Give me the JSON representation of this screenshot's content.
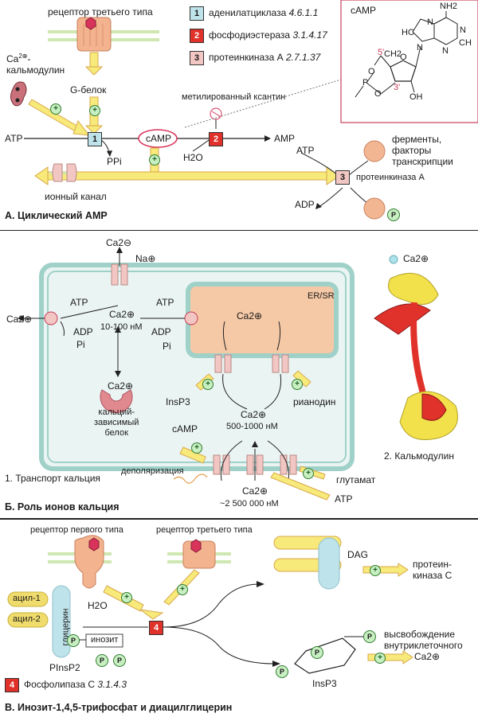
{
  "section_a": {
    "receptor3": "рецептор третьего типа",
    "ca_cam": "Ca2⊕-\nкальмодулин",
    "ca_cam_1": "Ca",
    "ca_cam_sup": "2⊕",
    "ca_cam_2": "-",
    "ca_cam_3": "кальмодулин",
    "g_protein": "G-белок",
    "atp": "ATP",
    "ppi": "PPi",
    "camp": "cAMP",
    "h2o": "H2O",
    "amp": "AMP",
    "methylxanthine": "метилированный ксантин",
    "ion_channel": "ионный канал",
    "atp2": "ATP",
    "adp": "ADP",
    "enzymes": "ферменты,",
    "factors": "факторы",
    "transcription": "транскрипции",
    "pk_a": "протеинкиназа А",
    "p": "P",
    "legend": [
      {
        "num": "1",
        "name": "аденилатциклаза",
        "ec": "4.6.1.1"
      },
      {
        "num": "2",
        "name": "фосфодиэстераза",
        "ec": "3.1.4.17"
      },
      {
        "num": "3",
        "name": "протеинкиназа А",
        "ec": "2.7.1.37"
      }
    ],
    "struct_title": "cAMP",
    "struct_labels": [
      "NH2",
      "N",
      "N",
      "HC",
      "N",
      "N",
      "CH",
      "5'",
      "CH2",
      "O",
      "O",
      "P",
      "O",
      "3'",
      "OH"
    ],
    "title": "А. Циклический АМР"
  },
  "section_b": {
    "ca_out_top": "Ca2⊖",
    "na": "Na⊕",
    "atp_left": "ATP",
    "atp_mid": "ATP",
    "ca_left": "Ca2⊕",
    "ca_cyto": "Ca2⊕",
    "ca_cyto_conc": "10-100 нМ",
    "adp_left": "ADP",
    "pi_left": "Pi",
    "adp_mid": "ADP",
    "pi_mid": "Pi",
    "er_sr": "ER/SR",
    "ca_er": "Ca2⊕",
    "ca_protein": "Ca2⊕",
    "ca_dep_protein": "кальций-\nзависимый\nбелок",
    "cdp_1": "кальций-",
    "cdp_2": "зависимый",
    "cdp_3": "белок",
    "insp3": "InsP3",
    "ryanodine": "рианодин",
    "ca_local": "Ca2⊕",
    "ca_local_conc": "500-1000 нМ",
    "camp": "cAMP",
    "depolarization": "деполяризация",
    "glutamate": "глутамат",
    "atp_br": "ATP",
    "ca_ext": "Ca2⊕",
    "ca_ext_conc": "~2 500 000 нМ",
    "ca_legend": "Ca2⊕",
    "sub1": "1. Транспорт кальция",
    "sub2": "2. Кальмодулин",
    "title": "Б. Роль ионов кальция"
  },
  "section_c": {
    "receptor1": "рецептор первого типа",
    "receptor3": "рецептор третьего типа",
    "dag": "DAG",
    "pkc1": "протеин-",
    "pkc2": "киназа С",
    "acyl1": "ацил-1",
    "acyl2": "ацил-2",
    "glycerin": "глицерин",
    "h2o": "H2O",
    "inosit": "инозит",
    "pinsp2": "PInsP2",
    "release1": "высвобождение",
    "release2": "внутриклеточного",
    "ca": "Ca2⊕",
    "insp3": "InsP3",
    "legend_num": "4",
    "legend_name": "Фосфолипаза С",
    "legend_ec": "3.1.4.3",
    "title": "В. Инозит-1,4,5-трифосфат и диацилглицерин"
  },
  "colors": {
    "arrow_yellow": "#f7e97a",
    "arrow_pink": "#e8a0a8",
    "cyan": "#bfe3ea",
    "red": "#e0312a",
    "pink": "#f2c6c2",
    "peach": "#f2b792",
    "green": "#c8efc2",
    "membrane": "#e9f0b0"
  }
}
